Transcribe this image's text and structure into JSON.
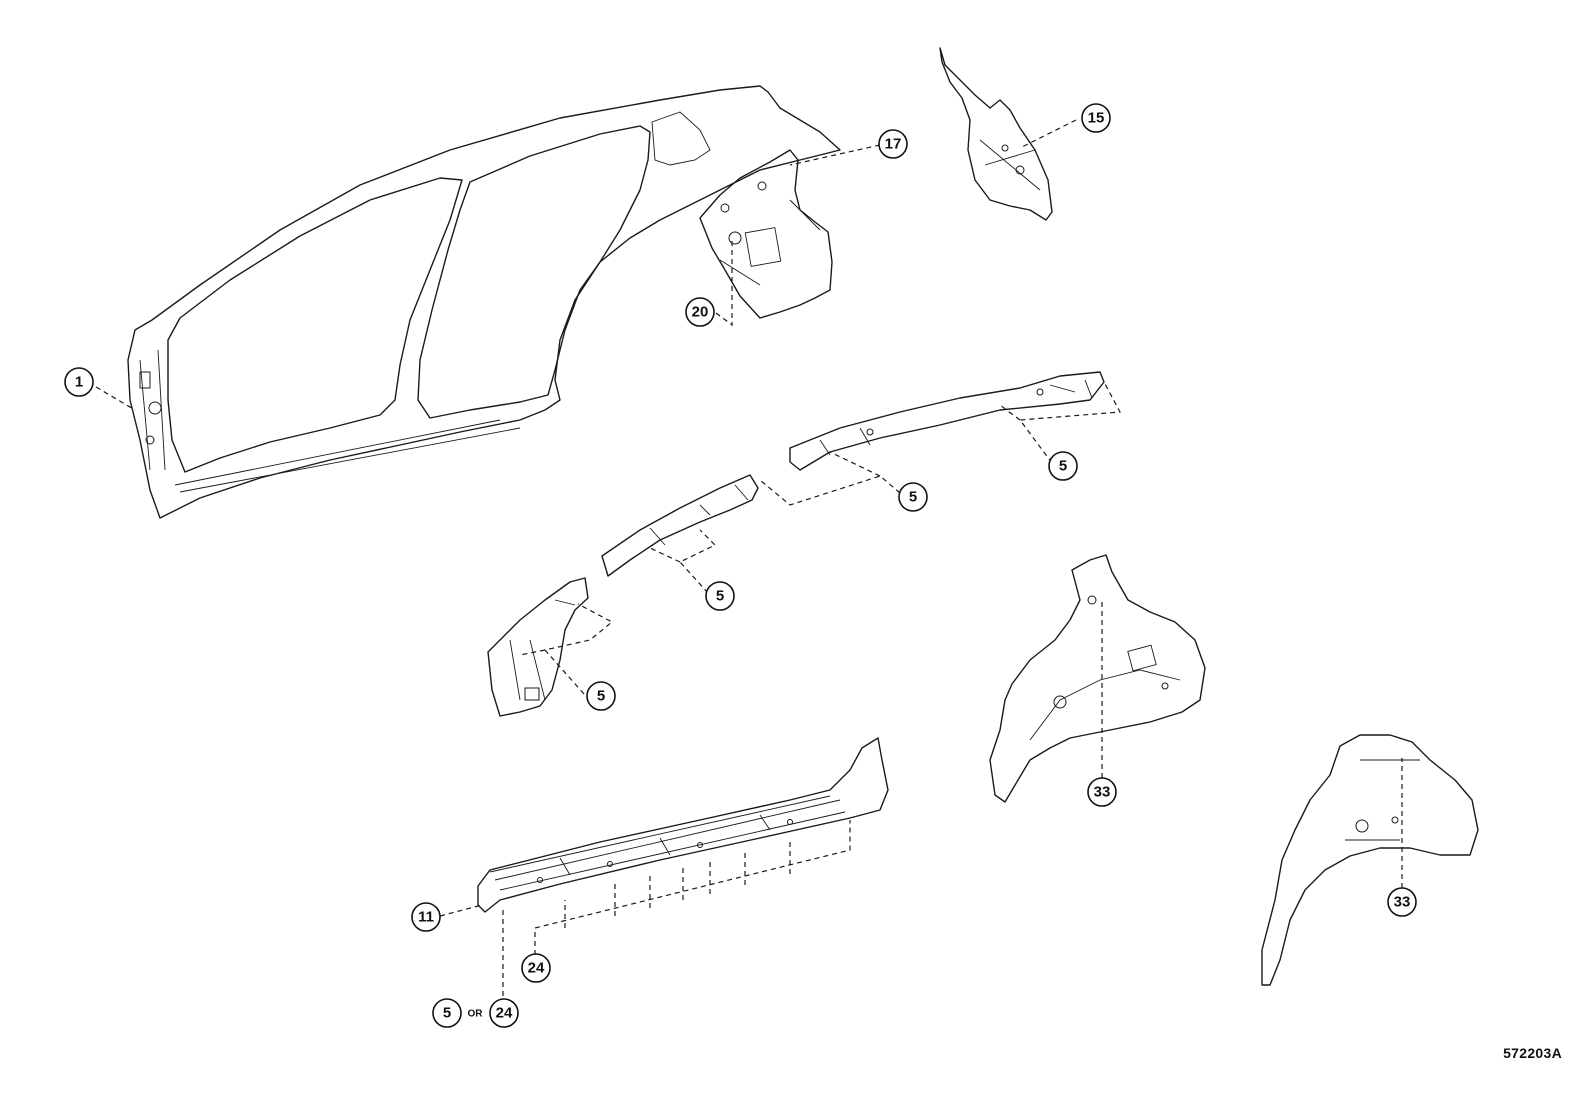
{
  "figure_code": "572203A",
  "or_label": "OR",
  "callouts": [
    {
      "label": "1"
    },
    {
      "label": "15"
    },
    {
      "label": "17"
    },
    {
      "label": "20"
    },
    {
      "label": "5"
    },
    {
      "label": "5"
    },
    {
      "label": "5"
    },
    {
      "label": "5"
    },
    {
      "label": "11"
    },
    {
      "label": "24"
    },
    {
      "label": "5"
    },
    {
      "label": "24"
    },
    {
      "label": "33"
    },
    {
      "label": "33"
    }
  ]
}
